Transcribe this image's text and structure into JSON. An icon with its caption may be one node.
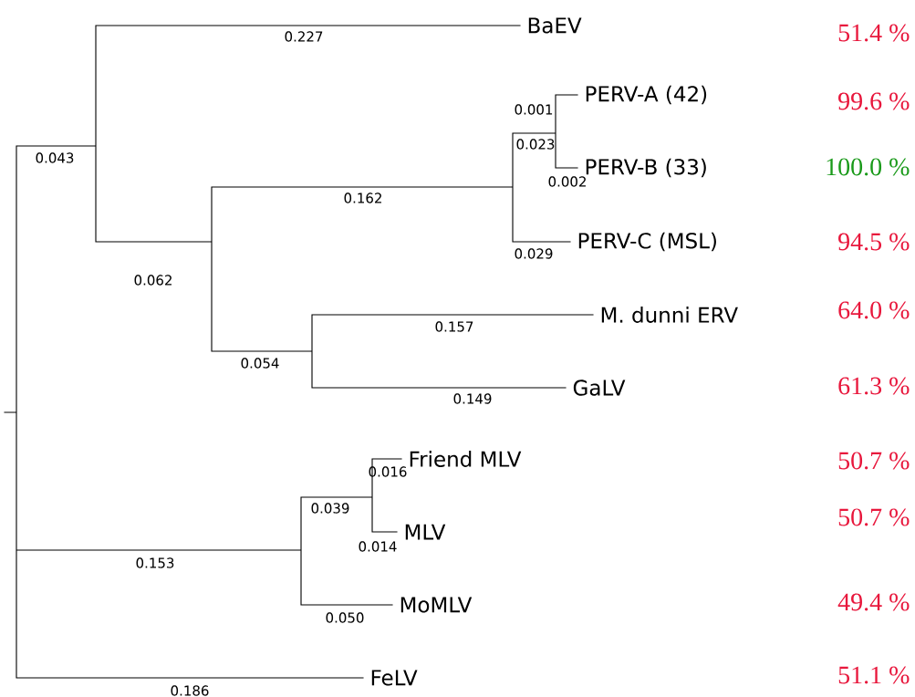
{
  "diagram": {
    "nodes": [
      {
        "text": [
          "BaEV"
        ]
      },
      {
        "text": [
          "PERV-A (42)"
        ]
      },
      {
        "text": [
          "PERV-B (33)"
        ]
      },
      {
        "text": [
          "PERV-C (MSL)"
        ]
      },
      {
        "text": [
          "M. dunni ERV"
        ]
      },
      {
        "text": [
          "GaLV"
        ]
      },
      {
        "text": [
          "Friend MLV"
        ]
      },
      {
        "text": [
          "MLV"
        ]
      },
      {
        "text": [
          "MoMLV"
        ]
      },
      {
        "text": [
          "FeLV"
        ]
      }
    ],
    "labels": [
      "51.4 %",
      "0.227",
      "99.6 %",
      "0.001",
      "0.023",
      "0.043",
      "100.0 %",
      "0.002",
      "0.162",
      "94.5 %",
      "0.029",
      "0.062",
      "64.0 %",
      "0.157",
      "0.054",
      "61.3 %",
      "0.149",
      "50.7 %",
      "0.016",
      "0.039",
      "50.7 %",
      "0.014",
      "0.153",
      "49.4 %",
      "0.050",
      "51.1 %",
      "0.186"
    ]
  }
}
